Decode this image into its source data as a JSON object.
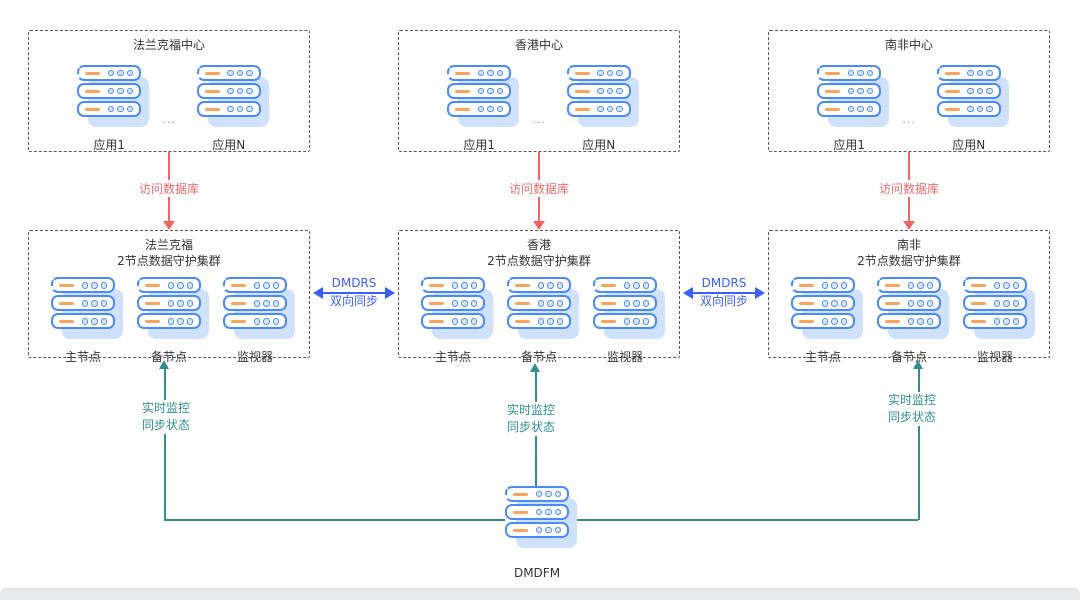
{
  "diagram": {
    "ellipsis": "...",
    "app_centers": [
      {
        "title": "法兰克福中心",
        "apps": [
          "应用1",
          "应用N"
        ]
      },
      {
        "title": "香港中心",
        "apps": [
          "应用1",
          "应用N"
        ]
      },
      {
        "title": "南非中心",
        "apps": [
          "应用1",
          "应用N"
        ]
      }
    ],
    "access_label": "访问数据库",
    "clusters": [
      {
        "title_line1": "法兰克福",
        "title_line2": "2节点数据守护集群",
        "nodes": [
          "主节点",
          "备节点",
          "监视器"
        ]
      },
      {
        "title_line1": "香港",
        "title_line2": "2节点数据守护集群",
        "nodes": [
          "主节点",
          "备节点",
          "监视器"
        ]
      },
      {
        "title_line1": "南非",
        "title_line2": "2节点数据守护集群",
        "nodes": [
          "主节点",
          "备节点",
          "监视器"
        ]
      }
    ],
    "sync_link": {
      "line1": "DMDRS",
      "line2": "双向同步"
    },
    "monitor_label": {
      "line1": "实时监控",
      "line2": "同步状态"
    },
    "dmdfm_label": "DMDFM",
    "colors": {
      "access_red": "#ee6666",
      "sync_blue": "#3a5ff5",
      "monitor_teal": "#2f8f8f",
      "icon_border_blue": "#4a8cf7",
      "icon_dash_orange": "#f9a45c",
      "icon_shadow_blue": "#cfe1fc",
      "box_border_gray": "#55585c",
      "scrollbar_gray": "#e8e9eb"
    }
  }
}
